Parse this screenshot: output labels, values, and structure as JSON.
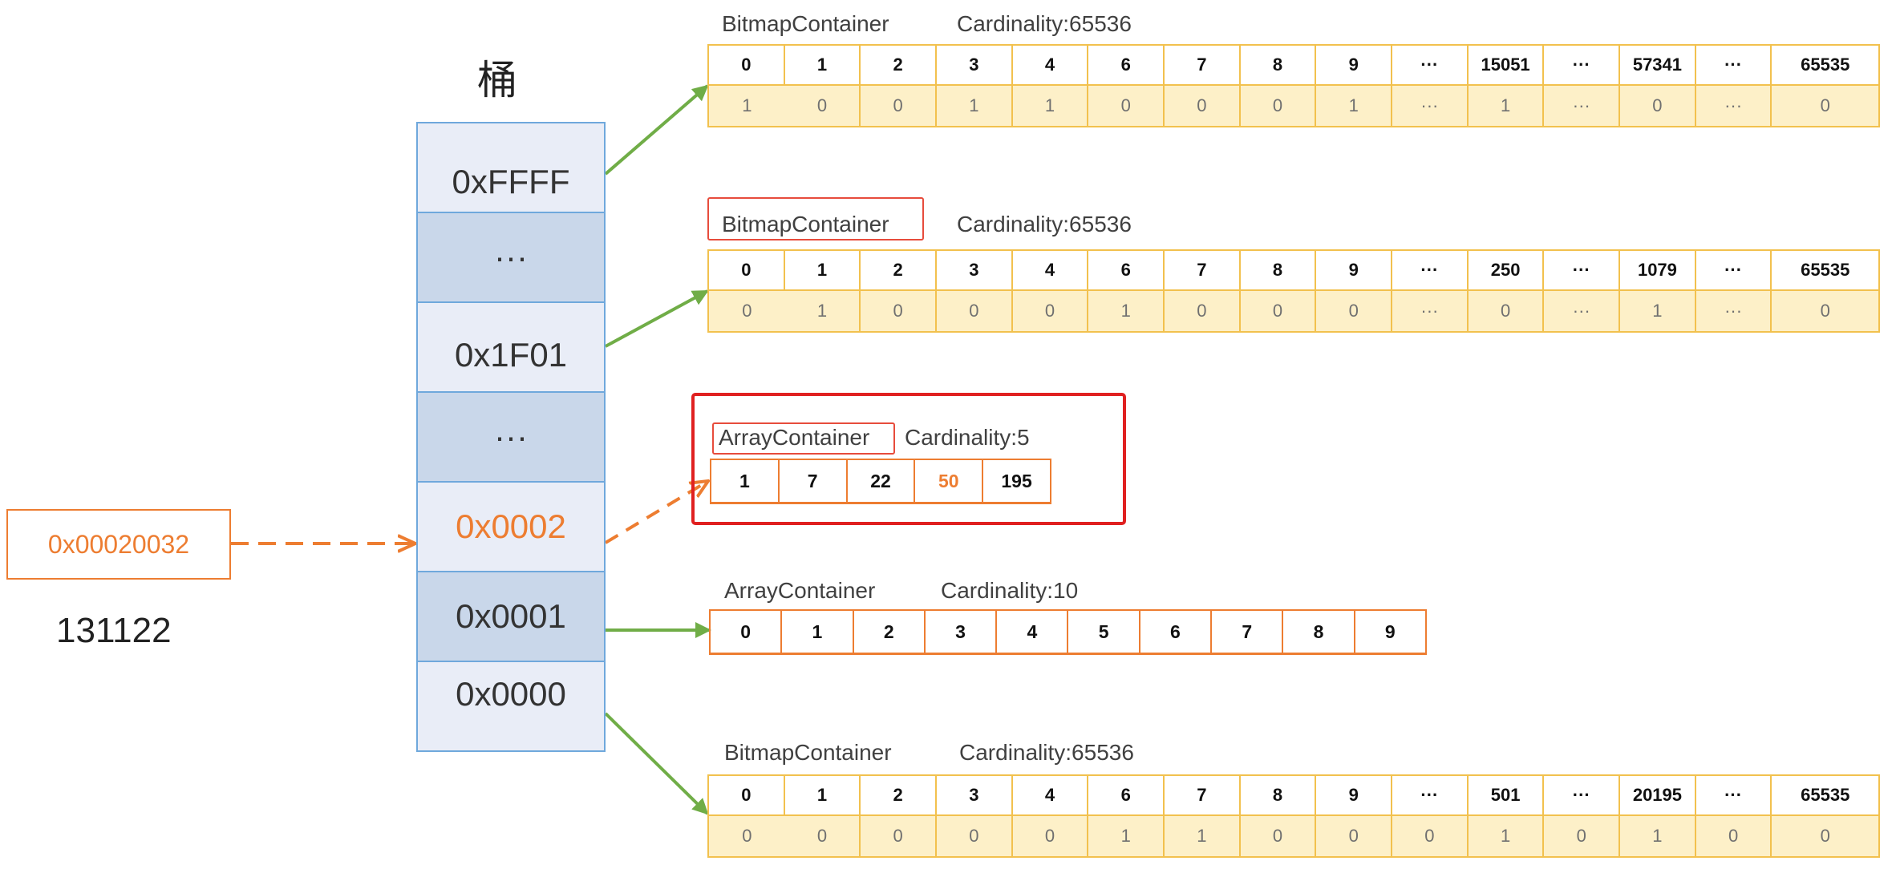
{
  "bucket_label": "桶",
  "key_hex": "0x00020032",
  "key_decimal": "131122",
  "buckets": [
    "0xFFFF",
    "···",
    "0x1F01",
    "···",
    "0x0002",
    "0x0001",
    "0x0000"
  ],
  "highlight_bucket": "0x0002",
  "containers": [
    {
      "type": "BitmapContainer",
      "cardinality": "Cardinality:65536",
      "indices": [
        "0",
        "1",
        "2",
        "3",
        "4",
        "6",
        "7",
        "8",
        "9",
        "···",
        "15051",
        "···",
        "57341",
        "···",
        "65535"
      ],
      "bits": [
        "1",
        "0",
        "0",
        "1",
        "1",
        "0",
        "0",
        "0",
        "1",
        "···",
        "1",
        "···",
        "0",
        "···",
        "0"
      ]
    },
    {
      "type": "BitmapContainer",
      "cardinality": "Cardinality:65536",
      "indices": [
        "0",
        "1",
        "2",
        "3",
        "4",
        "6",
        "7",
        "8",
        "9",
        "···",
        "250",
        "···",
        "1079",
        "···",
        "65535"
      ],
      "bits": [
        "0",
        "1",
        "0",
        "0",
        "0",
        "1",
        "0",
        "0",
        "0",
        "···",
        "0",
        "···",
        "1",
        "···",
        "0"
      ]
    },
    {
      "type": "ArrayContainer",
      "cardinality": "Cardinality:5",
      "values": [
        "1",
        "7",
        "22",
        "50",
        "195"
      ],
      "highlight_value": "50"
    },
    {
      "type": "ArrayContainer",
      "cardinality": "Cardinality:10",
      "values": [
        "0",
        "1",
        "2",
        "3",
        "4",
        "5",
        "6",
        "7",
        "8",
        "9"
      ]
    },
    {
      "type": "BitmapContainer",
      "cardinality": "Cardinality:65536",
      "indices": [
        "0",
        "1",
        "2",
        "3",
        "4",
        "6",
        "7",
        "8",
        "9",
        "···",
        "501",
        "···",
        "20195",
        "···",
        "65535"
      ],
      "bits": [
        "0",
        "0",
        "0",
        "0",
        "0",
        "1",
        "1",
        "0",
        "0",
        "0",
        "1",
        "0",
        "1",
        "0",
        "0"
      ]
    }
  ],
  "colors": {
    "arrow_green": "#70AD47",
    "accent_orange": "#ED7D31",
    "bitmap_border": "#F2C14E",
    "bitmap_fill": "#FDF0C8",
    "bucket_border": "#6FA8DC",
    "bucket_light": "#E9EDF7",
    "bucket_dark": "#C9D7EA",
    "highlight_red": "#E02020"
  }
}
